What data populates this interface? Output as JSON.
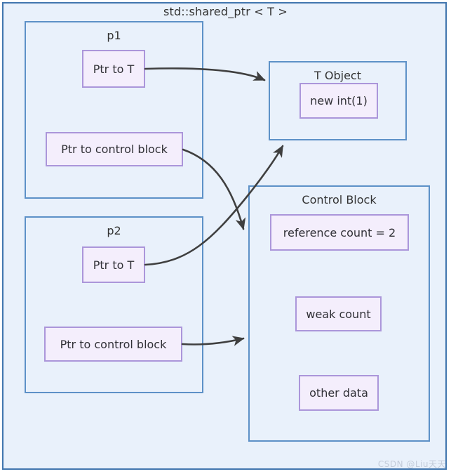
{
  "title": "std::shared_ptr < T >",
  "watermark": "CSDN @Liu天天",
  "containers": {
    "p1": {
      "label": "p1"
    },
    "p2": {
      "label": "p2"
    },
    "t_object": {
      "label": "T Object"
    },
    "control_block": {
      "label": "Control Block"
    }
  },
  "nodes": {
    "p1_ptr_t": {
      "label": "Ptr to T"
    },
    "p1_ptr_cb": {
      "label": "Ptr to control block"
    },
    "p2_ptr_t": {
      "label": "Ptr to T"
    },
    "p2_ptr_cb": {
      "label": "Ptr to control block"
    },
    "new_int": {
      "label": "new int(1)"
    },
    "ref_count": {
      "label": "reference count = 2"
    },
    "weak_count": {
      "label": "weak count"
    },
    "other_data": {
      "label": "other data"
    }
  },
  "edges": [
    {
      "from": "p1_ptr_t",
      "to": "t_object"
    },
    {
      "from": "p1_ptr_cb",
      "to": "control_block"
    },
    {
      "from": "p2_ptr_t",
      "to": "t_object"
    },
    {
      "from": "p2_ptr_cb",
      "to": "control_block"
    }
  ],
  "colors": {
    "canvas_bg": "#e9f1fb",
    "outer_border": "#4176ae",
    "container_border": "#5d91c7",
    "node_border": "#ab96da",
    "node_bg": "#f4eefc",
    "text": "#333333",
    "arrow": "#3f3f3f",
    "watermark": "#c2cbd9"
  }
}
